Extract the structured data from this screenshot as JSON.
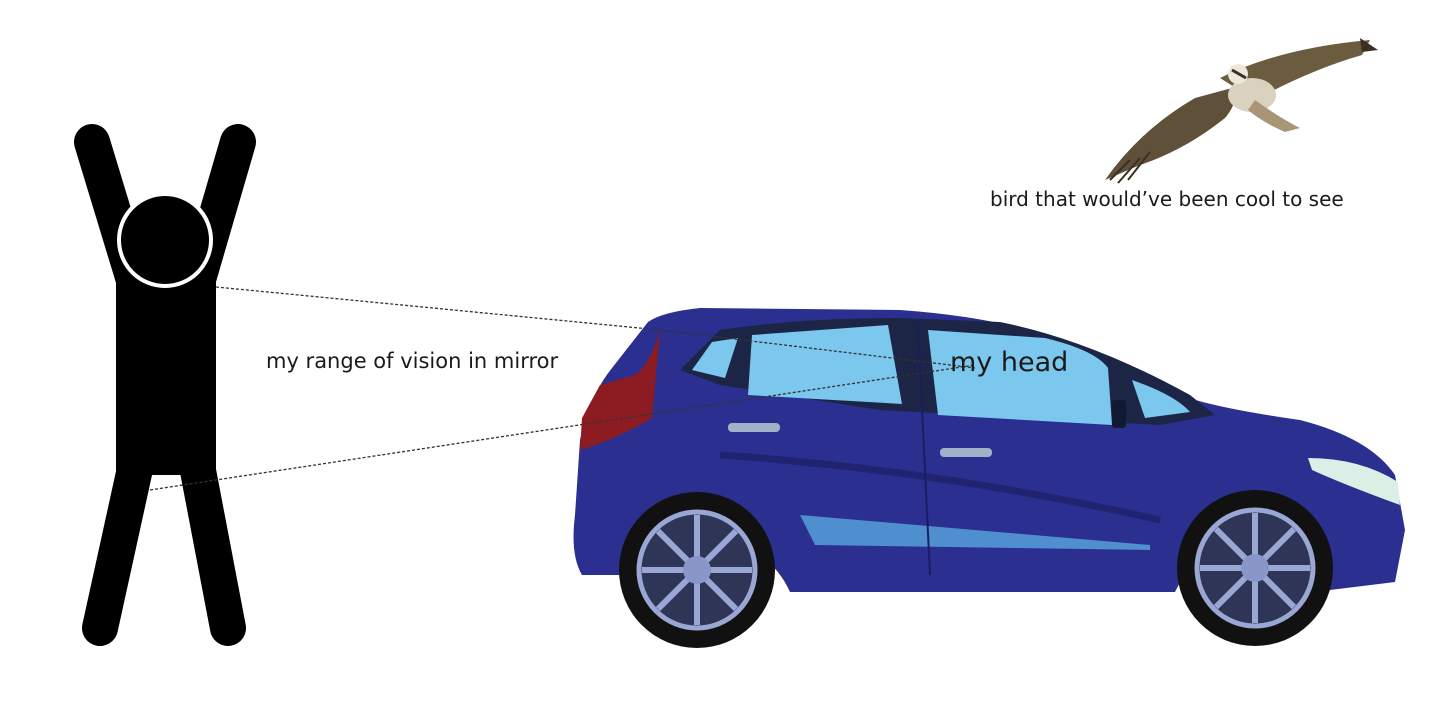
{
  "labels": {
    "vision": "my range of vision in mirror",
    "head": "my head",
    "bird": "bird that would’ve been cool to see"
  },
  "figures": {
    "person": {
      "icon": "stick-figure-arms-up-icon",
      "color": "#000000"
    },
    "car": {
      "icon": "hatchback-car-icon",
      "body_color": "#2b2f8f",
      "window_color": "#7cc7ee",
      "taillight_color": "#8c1c22"
    },
    "bird": {
      "icon": "osprey-icon",
      "color": "#7a6a4a"
    }
  }
}
